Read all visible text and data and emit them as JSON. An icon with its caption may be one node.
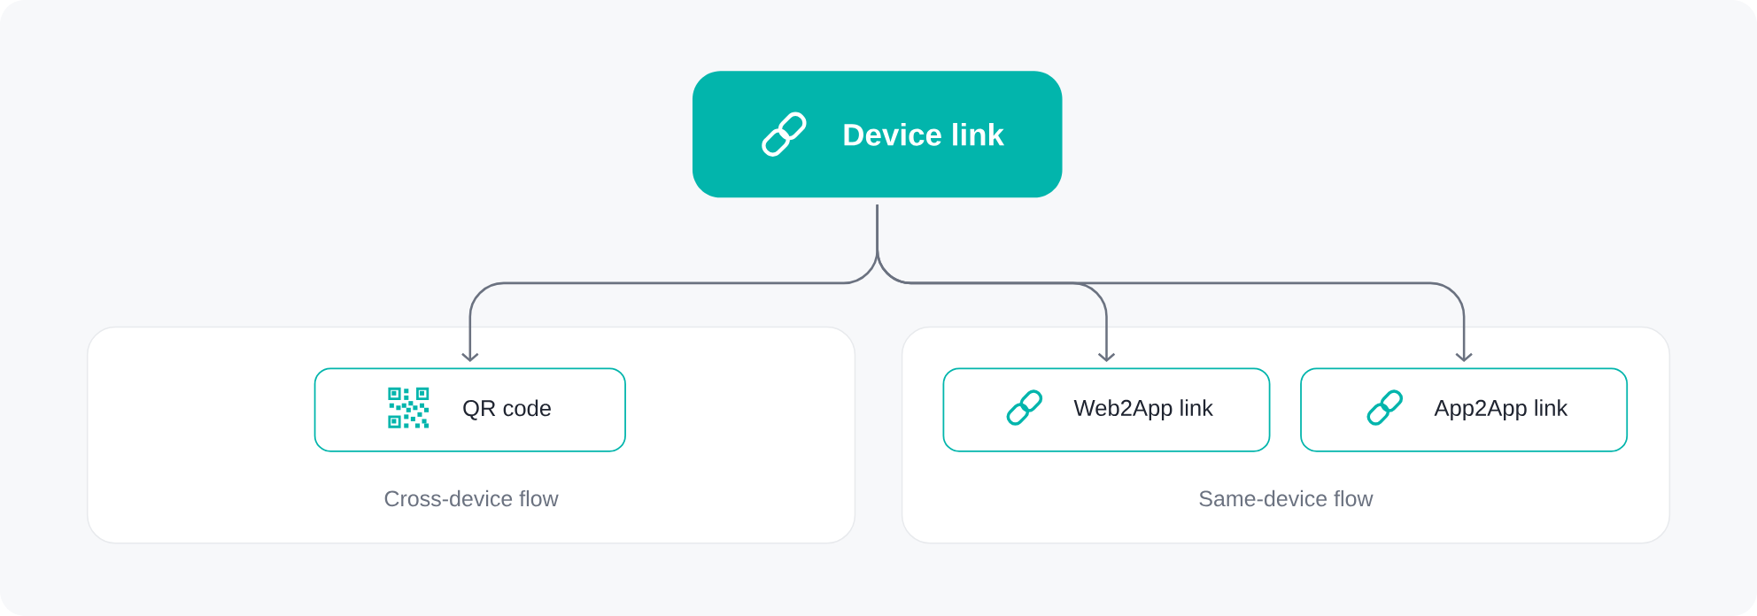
{
  "diagram": {
    "nodes": [
      {
        "text": [
          "Device link"
        ]
      },
      {
        "text": [
          "Cross-device flow"
        ]
      },
      {
        "text": [
          "QR code"
        ],
        "in": 1
      },
      {
        "text": [
          "Same-device flow"
        ]
      },
      {
        "text": [
          "Web2App link"
        ],
        "in": 3
      },
      {
        "text": [
          "App2App link"
        ],
        "in": 3
      }
    ],
    "edges": [
      {
        "from": 0,
        "to": 2,
        "arrow": "to"
      },
      {
        "from": 0,
        "to": 4,
        "arrow": "to"
      },
      {
        "from": 0,
        "to": 5,
        "arrow": "to"
      }
    ]
  }
}
